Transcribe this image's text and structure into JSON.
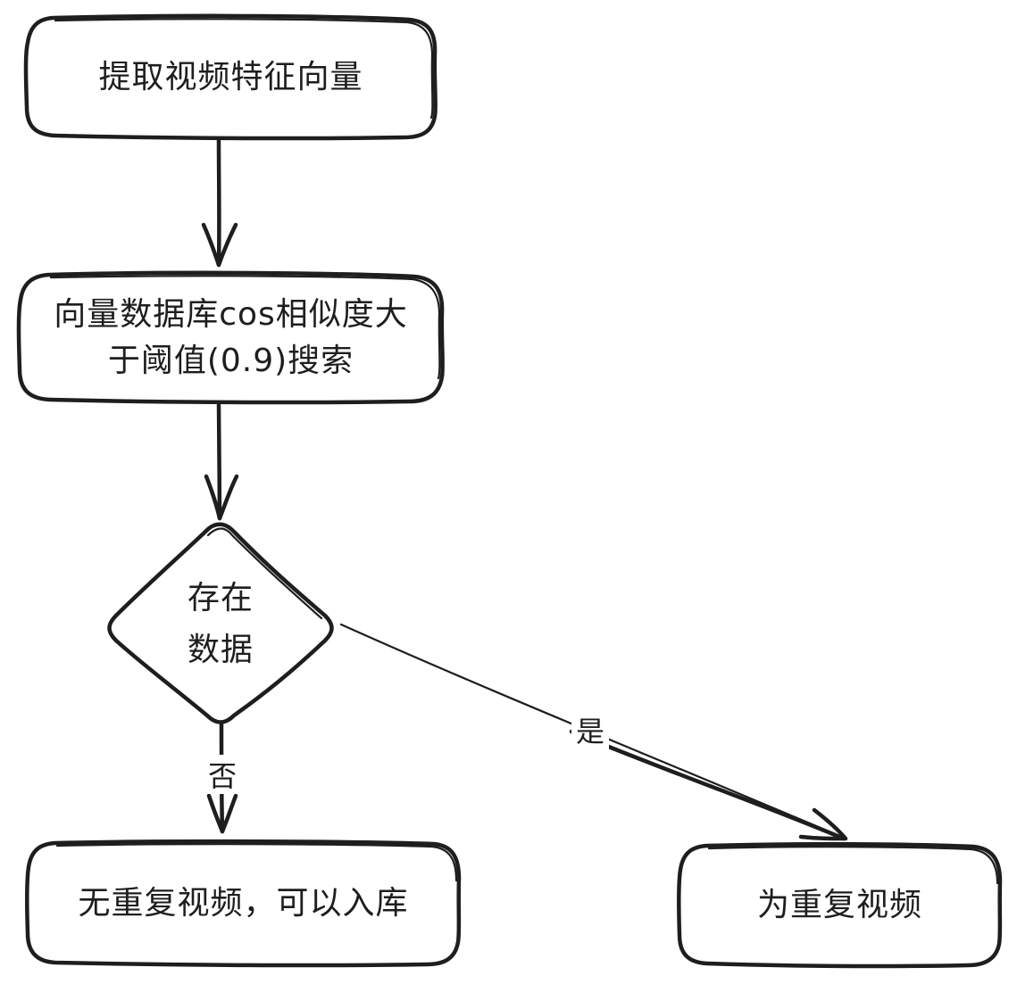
{
  "diagram": {
    "nodes": {
      "extract": {
        "label": "提取视频特征向量"
      },
      "search": {
        "label_line1": "向量数据库cos相似度大",
        "label_line2": "于阈值(0.9)搜索"
      },
      "decision": {
        "label_line1": "存在",
        "label_line2": "数据"
      },
      "no_dup": {
        "label": "无重复视频，可以入库"
      },
      "is_dup": {
        "label": "为重复视频"
      }
    },
    "edges": {
      "yes_label": "是",
      "no_label": "否"
    },
    "stroke_color": "#1e1e1e",
    "background_color": "#ffffff"
  }
}
